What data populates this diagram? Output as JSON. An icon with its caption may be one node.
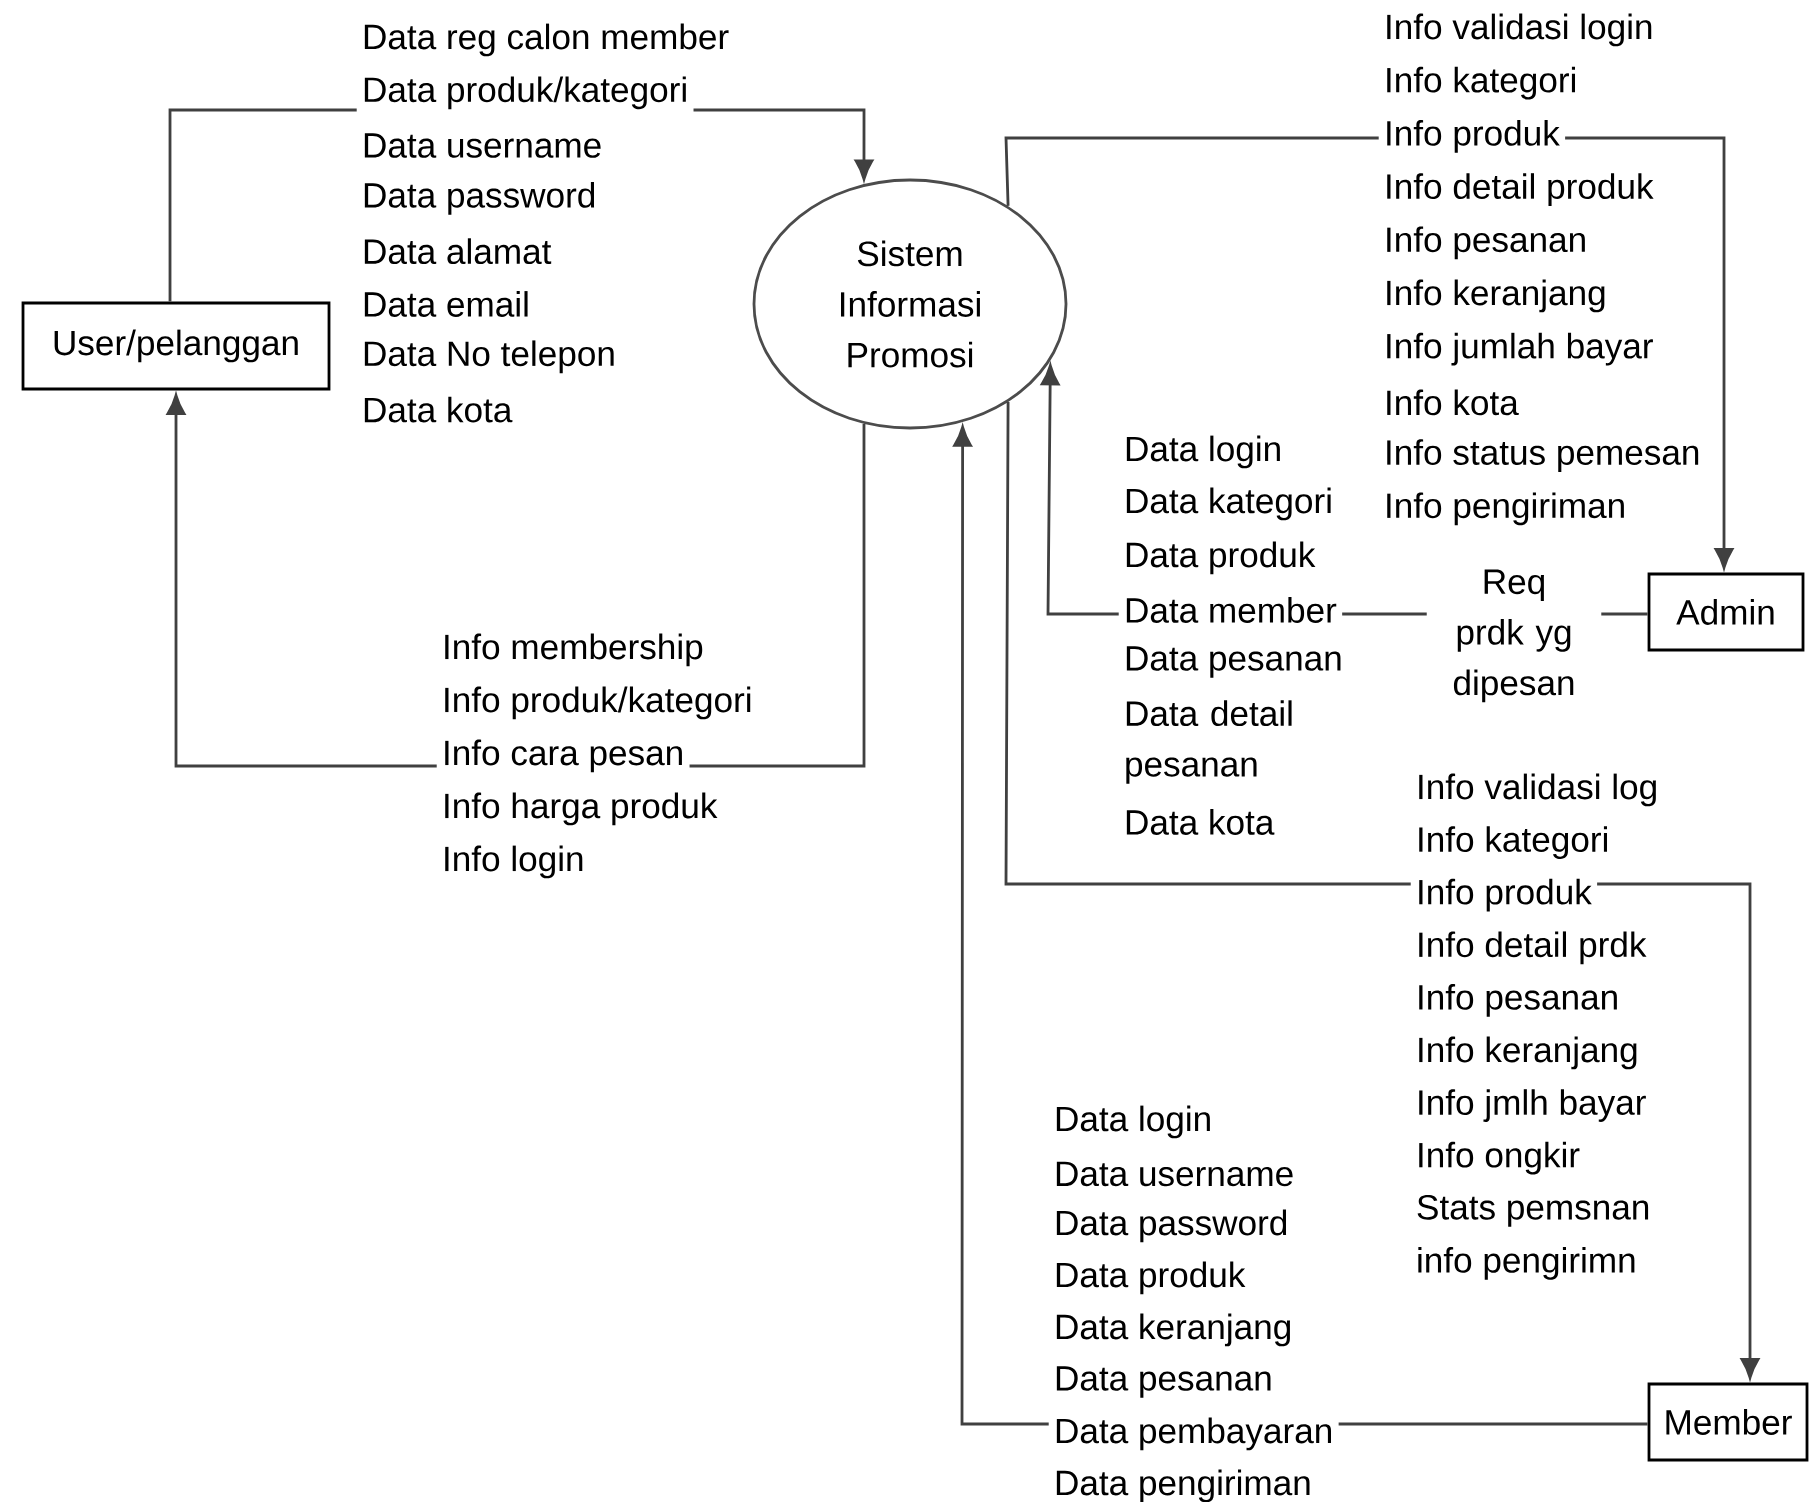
{
  "diagram": {
    "nodes": [
      {
        "text": [
          "User/pelanggan"
        ]
      },
      {
        "text": [
          "Sistem Informasi Promosi"
        ]
      },
      {
        "text": [
          "Admin"
        ]
      },
      {
        "text": [
          "Member"
        ]
      }
    ],
    "edges": [
      {
        "from": 0,
        "to": 1,
        "arrow": "to"
      },
      {
        "from": 1,
        "to": 0,
        "arrow": "to"
      },
      {
        "from": 1,
        "to": 2,
        "arrow": "to"
      },
      {
        "from": 2,
        "to": 1,
        "arrow": "to"
      },
      {
        "from": 1,
        "to": 3,
        "arrow": "to"
      },
      {
        "from": 3,
        "to": 1,
        "arrow": "to"
      }
    ],
    "labels": [
      "Data reg calon member",
      "Data produk/kategori",
      "Data username",
      "Data password",
      "Data alamat",
      "Data email",
      "Data No telepon",
      "Data kota",
      "Info validasi  login",
      "Info kategori",
      "Info produk",
      "Info detail produk",
      "Info pesanan",
      "Info keranjang",
      "Info jumlah  bayar",
      "Info kota",
      "Info status  pemesan",
      "Info pengiriman",
      "Data login",
      "Data kategori",
      "Data produk",
      "Data member",
      "Data pesanan",
      "Data detail pesanan",
      "Data kota",
      "Req prdk yg dipesan",
      "Info membership",
      "Info produk/kategori",
      "Info cara pesan",
      "Info harga produk",
      "Info login",
      "Info validasi  log",
      "Info kategori",
      "Info produk",
      "Info detail prdk",
      "Info pesanan",
      "Info keranjang",
      "Info jmlh  bayar",
      "Info ongkir",
      "Stats  pemsnan",
      "info pengirimn",
      "Data login",
      "Data username",
      "Data password",
      "Data produk",
      "Data keranjang",
      "Data pesanan",
      "Data pembayaran",
      "Data pengiriman"
    ]
  }
}
